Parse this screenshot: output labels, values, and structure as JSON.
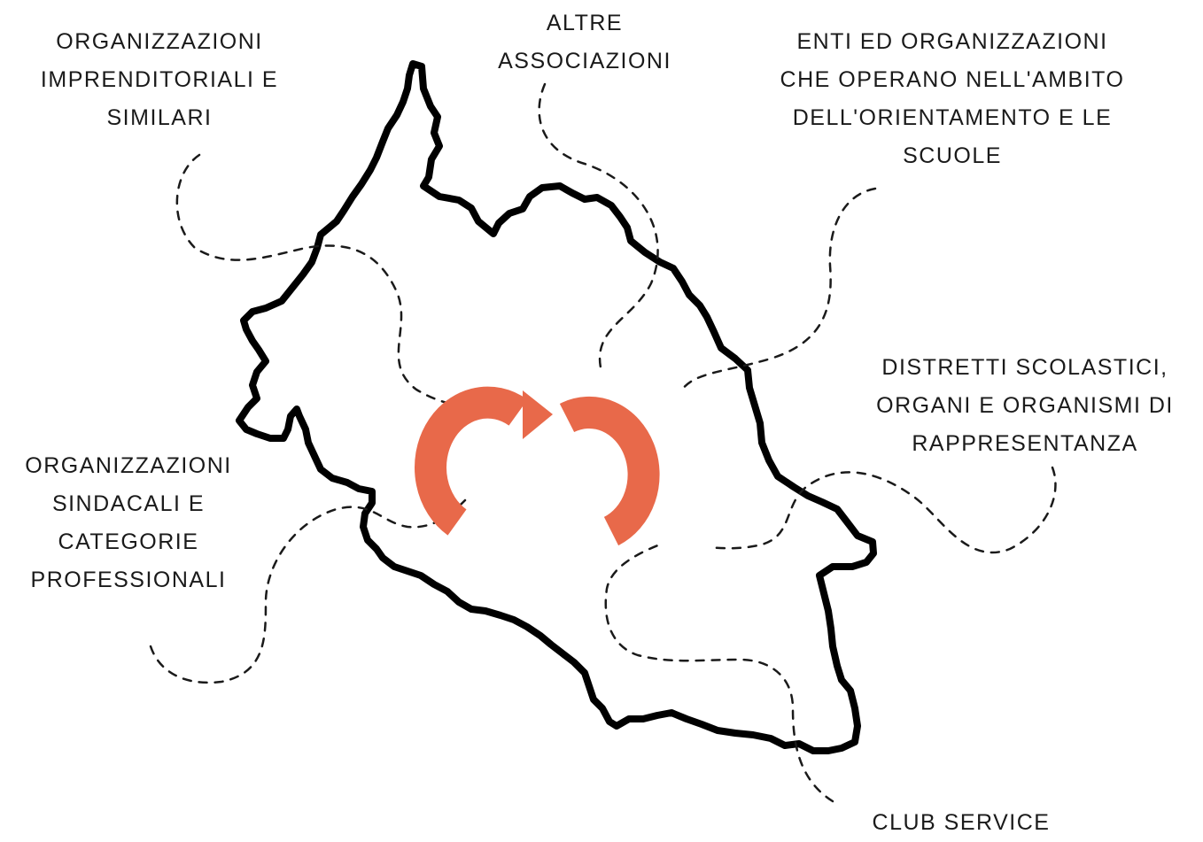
{
  "labels": {
    "imprenditoriali": [
      "ORGANIZZAZIONI",
      "IMPRENDITORIALI E",
      "SIMILARI"
    ],
    "altre_associazioni": [
      "ALTRE",
      "ASSOCIAZIONI"
    ],
    "enti_orientamento": [
      "ENTI ED ORGANIZZAZIONI",
      "CHE OPERANO NELL'AMBITO",
      "DELL'ORIENTAMENTO E LE",
      "SCUOLE"
    ],
    "distretti": [
      "DISTRETTI SCOLASTICI,",
      "ORGANI E ORGANISMI DI",
      "RAPPRESENTANZA"
    ],
    "sindacali": [
      "ORGANIZZAZIONI",
      "SINDACALI E",
      "CATEGORIE",
      "PROFESSIONALI"
    ],
    "club_service": "CLUB SERVICE"
  },
  "colors": {
    "logo": "#E8694A",
    "outline": "#000000",
    "connector": "#1a1a1a",
    "text": "#1a1a1a"
  },
  "icons": {
    "center_logo": "circular-s-arrow-logo",
    "region_outline": "region-map-outline"
  }
}
